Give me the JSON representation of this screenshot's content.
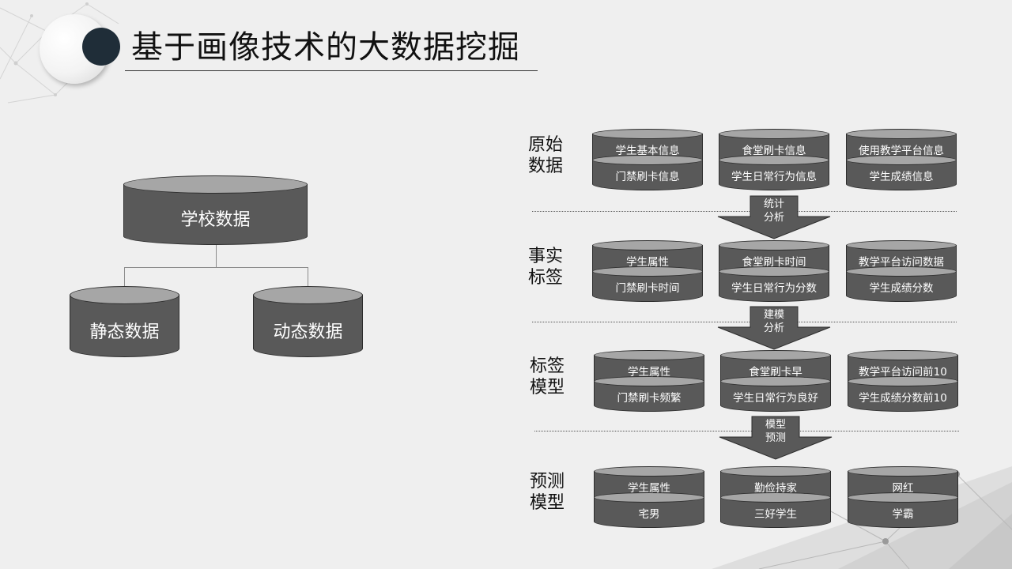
{
  "title": "基于画像技术的大数据挖掘",
  "left": {
    "top": "学校数据",
    "children": [
      "静态数据",
      "动态数据"
    ]
  },
  "rows": [
    {
      "label": [
        "原始",
        "数据"
      ],
      "cells": [
        {
          "top": "学生基本信息",
          "bottom": "门禁刷卡信息"
        },
        {
          "top": "食堂刷卡信息",
          "bottom": "学生日常行为信息"
        },
        {
          "top": "使用教学平台信息",
          "bottom": "学生成绩信息"
        }
      ]
    },
    {
      "label": [
        "事实",
        "标签"
      ],
      "cells": [
        {
          "top": "学生属性",
          "bottom": "门禁刷卡时间"
        },
        {
          "top": "食堂刷卡时间",
          "bottom": "学生日常行为分数"
        },
        {
          "top": "教学平台访问数据",
          "bottom": "学生成绩分数"
        }
      ]
    },
    {
      "label": [
        "标签",
        "模型"
      ],
      "cells": [
        {
          "top": "学生属性",
          "bottom": "门禁刷卡频繁"
        },
        {
          "top": "食堂刷卡早",
          "bottom": "学生日常行为良好"
        },
        {
          "top": "教学平台访问前10",
          "bottom": "学生成绩分数前10"
        }
      ]
    },
    {
      "label": [
        "预测",
        "模型"
      ],
      "cells": [
        {
          "top": "学生属性",
          "bottom": "宅男"
        },
        {
          "top": "勤俭持家",
          "bottom": "三好学生"
        },
        {
          "top": "网红",
          "bottom": "学霸"
        }
      ]
    }
  ],
  "arrows": [
    [
      "统计",
      "分析"
    ],
    [
      "建模",
      "分析"
    ],
    [
      "模型",
      "预测"
    ]
  ],
  "colors": {
    "cylinder_body": "#595959",
    "cylinder_cap": "#a6a6a6",
    "title_dot": "#1f2d38",
    "background": "#efefef"
  }
}
